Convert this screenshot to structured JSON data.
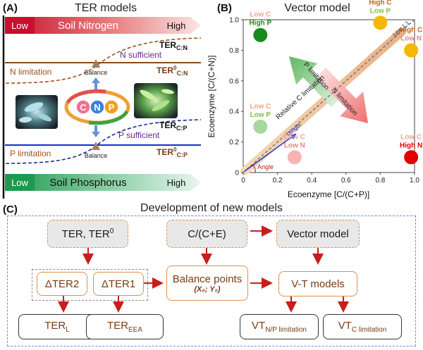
{
  "panelA": {
    "label": "(A)",
    "title": "TER models",
    "nitrogen_bar": {
      "low": "Low",
      "title": "Soil Nitrogen",
      "high": "High"
    },
    "phosphorus_bar": {
      "low": "Low",
      "title": "Soil Phosphorus",
      "high": "High"
    },
    "ter_cn": "TER",
    "ter_cn_sub": "C:N",
    "n_sufficient": "N sufficient",
    "n_limitation": "N limitation",
    "balance_top": "Balance",
    "ter0_cn": "TER",
    "ter0_cn_sup": "0",
    "ter0_cn_sub": "C:N",
    "cnp": [
      "C",
      "N",
      "P"
    ],
    "ter_cp": "TER",
    "ter_cp_sub": "C:P",
    "p_sufficient": "P sufficient",
    "p_limitation": "P limitation",
    "balance_bottom": "Balance",
    "ter0_cp": "TER",
    "ter0_cp_sup": "0",
    "ter0_cp_sub": "C:P"
  },
  "panelB": {
    "label": "(B)",
    "title": "Vector model",
    "chart_data": {
      "type": "scatter",
      "xlabel": "Ecoenzyme [C/(C+P)]",
      "ylabel": "Ecoenzyme [C/(C+N)]",
      "xlim": [
        0,
        1
      ],
      "ylim": [
        0,
        1
      ],
      "xticks": [
        "0",
        "0.2",
        "0.4",
        "0.6",
        "0.8",
        "1.0"
      ],
      "yticks": [
        "0",
        "0.2",
        "0.4",
        "0.6",
        "0.8",
        "1.0"
      ],
      "line_label": "Line 1:1",
      "points": [
        {
          "x": 0.1,
          "y": 0.9,
          "color": "#1a8a1a",
          "label1": "Low C",
          "label2": "High P",
          "c1": "#f4a48a",
          "c2": "#1a8a1a"
        },
        {
          "x": 0.8,
          "y": 0.98,
          "color": "#f5b800",
          "label1": "High C",
          "label2": "Low P",
          "c1": "#c8641e",
          "c2": "#7fc241"
        },
        {
          "x": 0.1,
          "y": 0.3,
          "color": "#a8d8a0",
          "label1": "Low C",
          "label2": "Low P",
          "c1": "#f4a48a",
          "c2": "#7fc241"
        },
        {
          "x": 0.98,
          "y": 0.8,
          "color": "#f5b800",
          "label1": "High C",
          "label2": "Low N",
          "c1": "#c8641e",
          "c2": "#f08080"
        },
        {
          "x": 0.3,
          "y": 0.1,
          "color": "#f8b4b4",
          "label1": "Low C",
          "label2": "Low N",
          "c1": "#f4a48a",
          "c2": "#f08080"
        },
        {
          "x": 0.98,
          "y": 0.1,
          "color": "#e00000",
          "label1": "Low C",
          "label2": "High N",
          "c1": "#f4a48a",
          "c2": "#e00000"
        }
      ],
      "annotations": {
        "p_limitation": "P limitation",
        "n_limitation": "N limitation",
        "relative_c": "Relative C limitation",
        "length": "Length",
        "angle": "Angle"
      }
    }
  },
  "panelC": {
    "label": "(C)",
    "title": "Development of new models",
    "ter_base": "TER, TER",
    "ter_sup": "0",
    "cce": "C/(C+E)",
    "vector_model": "Vector model",
    "dter2": "ΔTER2",
    "dter1": "ΔTER1",
    "balance_points": "Balance points",
    "balance_coords": "(X₀; Y₀)",
    "vt_models": "V-T models",
    "ter_l": "TER",
    "ter_l_sub": "L",
    "ter_eea": "TER",
    "ter_eea_sub": "EEA",
    "vt_np": "VT",
    "vt_np_sub": "N/P limitation",
    "vt_c": "VT",
    "vt_c_sub": "C limitation"
  }
}
